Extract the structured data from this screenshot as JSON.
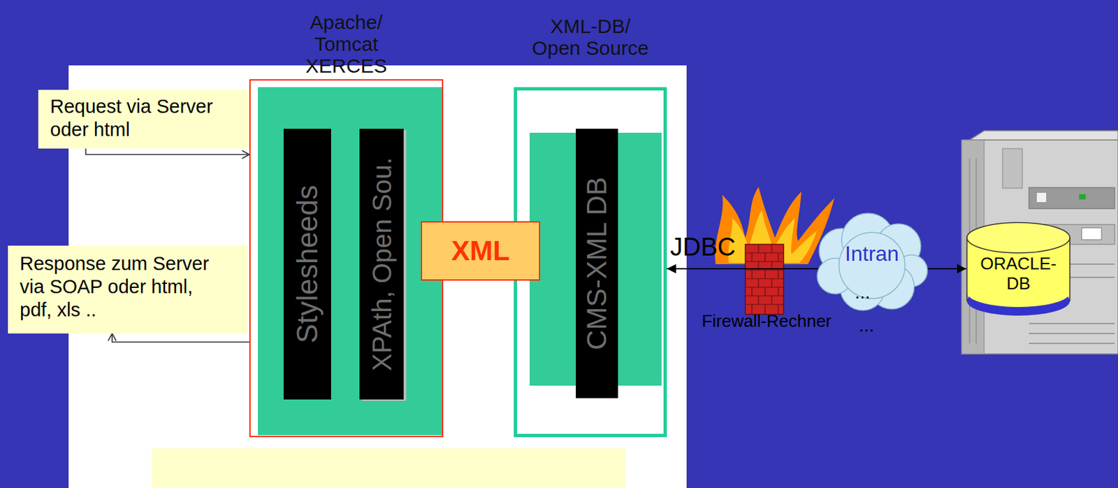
{
  "diagram": {
    "nodes": [
      {
        "text": [
          "Request via Server oder html"
        ]
      },
      {
        "text": [
          "Response zum Server via SOAP oder html, pdf, xls .."
        ]
      },
      {
        "text": [
          "Apache/ Tomcat XERCES"
        ]
      },
      {
        "text": [
          "Stylesheeds"
        ],
        "in": 2
      },
      {
        "text": [
          "XPAth, Open Sou."
        ],
        "in": 2
      },
      {
        "text": [
          "XML"
        ]
      },
      {
        "text": [
          "XML-DB/ Open Source"
        ]
      },
      {
        "text": [
          "CMS-XML DB"
        ],
        "in": 6
      },
      {
        "text": [
          "Intran"
        ]
      },
      {
        "text": [
          "ORACLE-DB"
        ]
      }
    ],
    "edges": [
      {
        "from": 0,
        "to": 2,
        "arrow": "to"
      },
      {
        "from": 2,
        "to": 1,
        "arrow": "to"
      },
      {
        "from": 5,
        "to": 4,
        "arrow": "to"
      },
      {
        "from": 4,
        "to": 3,
        "arrow": "to"
      },
      {
        "from": 6,
        "to": 9,
        "arrow": "both"
      }
    ],
    "labels": [
      "JDBC",
      "Firewall-Rechner",
      "...",
      "..."
    ]
  }
}
